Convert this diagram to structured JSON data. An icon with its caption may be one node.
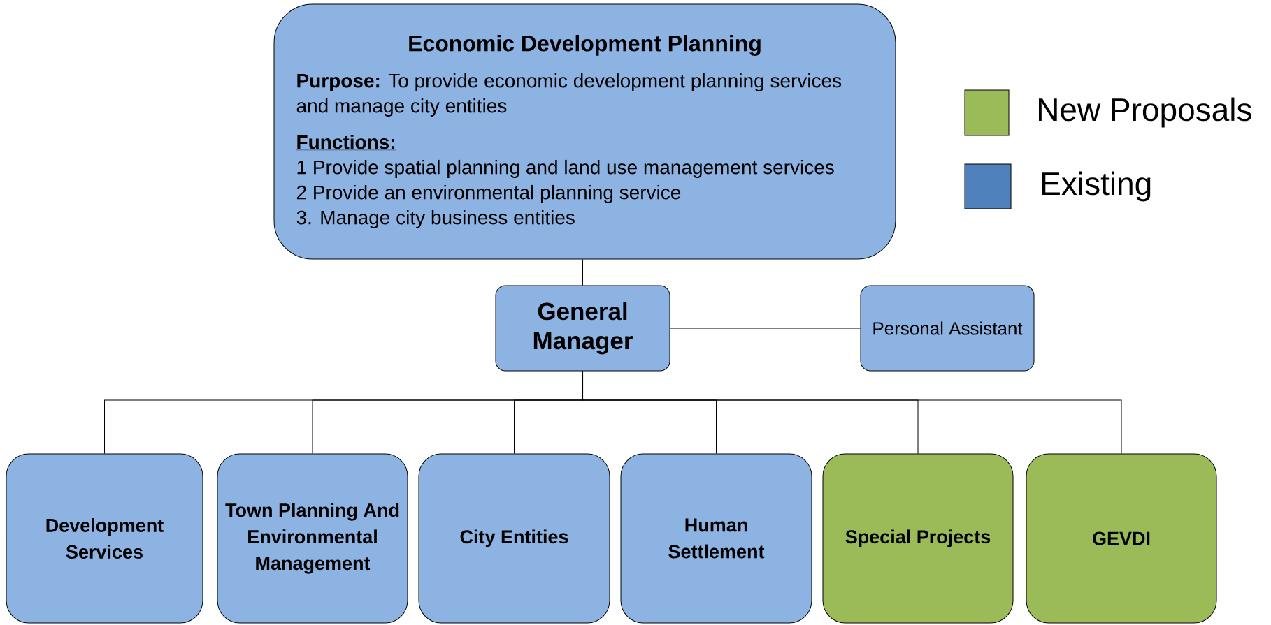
{
  "diagram": {
    "nodes": [
      {
        "text": [
          "Economic Development Planning",
          "**Purpose:** To provide economic development planning services and manage city entities",
          "Functions:",
          "1 Provide spatial planning and land use management services",
          "2 Provide an environmental planning service",
          "3. Manage city business entities"
        ]
      },
      {
        "text": [
          "General Manager"
        ]
      },
      {
        "text": [
          "Personal Assistant"
        ]
      },
      {
        "text": [
          "Development Services"
        ]
      },
      {
        "text": [
          "Town Planning And Environmental Management"
        ]
      },
      {
        "text": [
          "City Entities"
        ]
      },
      {
        "text": [
          "Human Settlement"
        ]
      },
      {
        "text": [
          "Special Projects"
        ]
      },
      {
        "text": [
          "GEVDI"
        ]
      }
    ],
    "edges": [
      {
        "from": 0,
        "to": 1,
        "arrow": "none"
      },
      {
        "from": 1,
        "to": 2,
        "arrow": "none"
      },
      {
        "from": 1,
        "to": 3,
        "arrow": "none"
      },
      {
        "from": 1,
        "to": 4,
        "arrow": "none"
      },
      {
        "from": 1,
        "to": 5,
        "arrow": "none"
      },
      {
        "from": 1,
        "to": 6,
        "arrow": "none"
      },
      {
        "from": 1,
        "to": 7,
        "arrow": "none"
      },
      {
        "from": 1,
        "to": 8,
        "arrow": "none"
      }
    ],
    "legend": [
      {
        "text": "New Proposals",
        "color": "#9bbb59"
      },
      {
        "text": "Existing",
        "color": "#4f81bd"
      }
    ]
  }
}
